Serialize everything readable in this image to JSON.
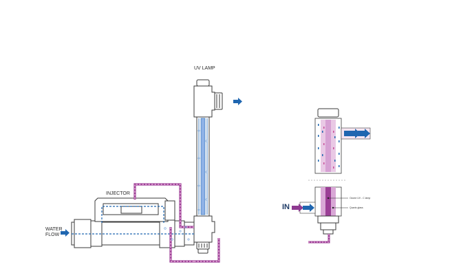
{
  "labels": {
    "uv_lamp": "UV LAMP",
    "injector": "INJECTOR",
    "water_flow_line1": "WATER",
    "water_flow_line2": "FLOW",
    "in": "IN",
    "ozone_lamp": "Ozone UV - C lamp",
    "quartz_glass": "Quartz glass"
  },
  "colors": {
    "outline": "#3a3a3a",
    "water_blue": "#1f66b0",
    "lamp_blue": "#8fb2e6",
    "ozone_purple": "#9b3f96",
    "ozone_pink": "#e6a9d6",
    "flow_arrow": "#1f66b0",
    "in_arrow": "#8e3a91"
  },
  "icons": {
    "outlet_arrow": "arrow-right-icon",
    "inlet_arrow": "arrow-right-icon",
    "in_arrow": "arrow-right-icon"
  }
}
